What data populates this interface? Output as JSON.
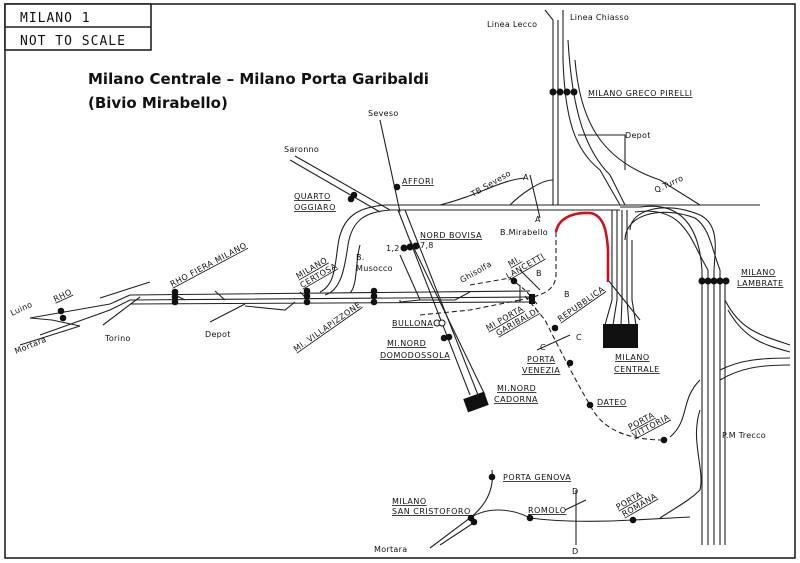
{
  "header_box": {
    "line1": "MILANO 1",
    "line2": "NOT TO SCALE"
  },
  "title": {
    "line1": "Milano Centrale – Milano Porta Garibaldi",
    "line2": "(Bivio Mirabello)"
  },
  "highlight_color": "#d0101a",
  "destinations": {
    "linea_lecco": "Linea Lecco",
    "linea_chiasso": "Linea Chiasso",
    "seveso": "Seveso",
    "saronno": "Saronno",
    "luino": "Luino",
    "mortara_west": "Mortara",
    "torino": "Torino",
    "depot_west": "Depot",
    "depot_north": "Depot",
    "mortara_south": "Mortara"
  },
  "junctions": {
    "q_turro": "Q.Turro",
    "tb_seveso": "TB Seveso",
    "b_mirabello": "B.Mirabello",
    "b_musocco_1": "B.",
    "b_musocco_2": "Musocco",
    "ghisolfa": "Ghisolfa",
    "pm_trecco": "P.M Trecco",
    "bovisa_tracks_west": "1,2",
    "bovisa_tracks_east": "7,8"
  },
  "section_marks": {
    "a": "A",
    "b": "B",
    "c": "C",
    "d": "D"
  },
  "stations": {
    "greco_pirelli": "MILANO GRECO PIRELLI",
    "affori": "AFFORI",
    "quarto_oggiaro_1": "QUARTO",
    "quarto_oggiaro_2": "OGGIARO",
    "nord_bovisa": "NORD BOVISA",
    "lancetti_1": "MI.",
    "lancetti_2": "LANCETTI",
    "porta_garibaldi_1": "MI PORTA",
    "porta_garibaldi_2": "GARIBALDI",
    "bullona": "BULLONA",
    "domodossola_1": "MI.NORD",
    "domodossola_2": "DOMODOSSOLA",
    "cadorna_1": "MI.NORD",
    "cadorna_2": "CADORNA",
    "repubblica": "REPUBBLICA",
    "porta_venezia_1": "PORTA",
    "porta_venezia_2": "VENEZIA",
    "centrale_1": "MILANO",
    "centrale_2": "CENTRALE",
    "dateo": "DATEO",
    "porta_vittoria_1": "PORTA",
    "porta_vittoria_2": "VITTORIA",
    "lambrate_1": "MILANO",
    "lambrate_2": "LAMBRATE",
    "porta_genova": "PORTA GENOVA",
    "san_cristoforo_1": "MILANO",
    "san_cristoforo_2": "SAN CRISTOFORO",
    "romolo": "ROMOLO",
    "porta_romana_1": "PORTA",
    "porta_romana_2": "ROMANA",
    "rho": "RHO",
    "rho_fiera": "RHO FIERA MILANO",
    "certosa_1": "MILANO",
    "certosa_2": "CERTOSA",
    "villapizzone": "MI. VILLAPIZZONE"
  }
}
